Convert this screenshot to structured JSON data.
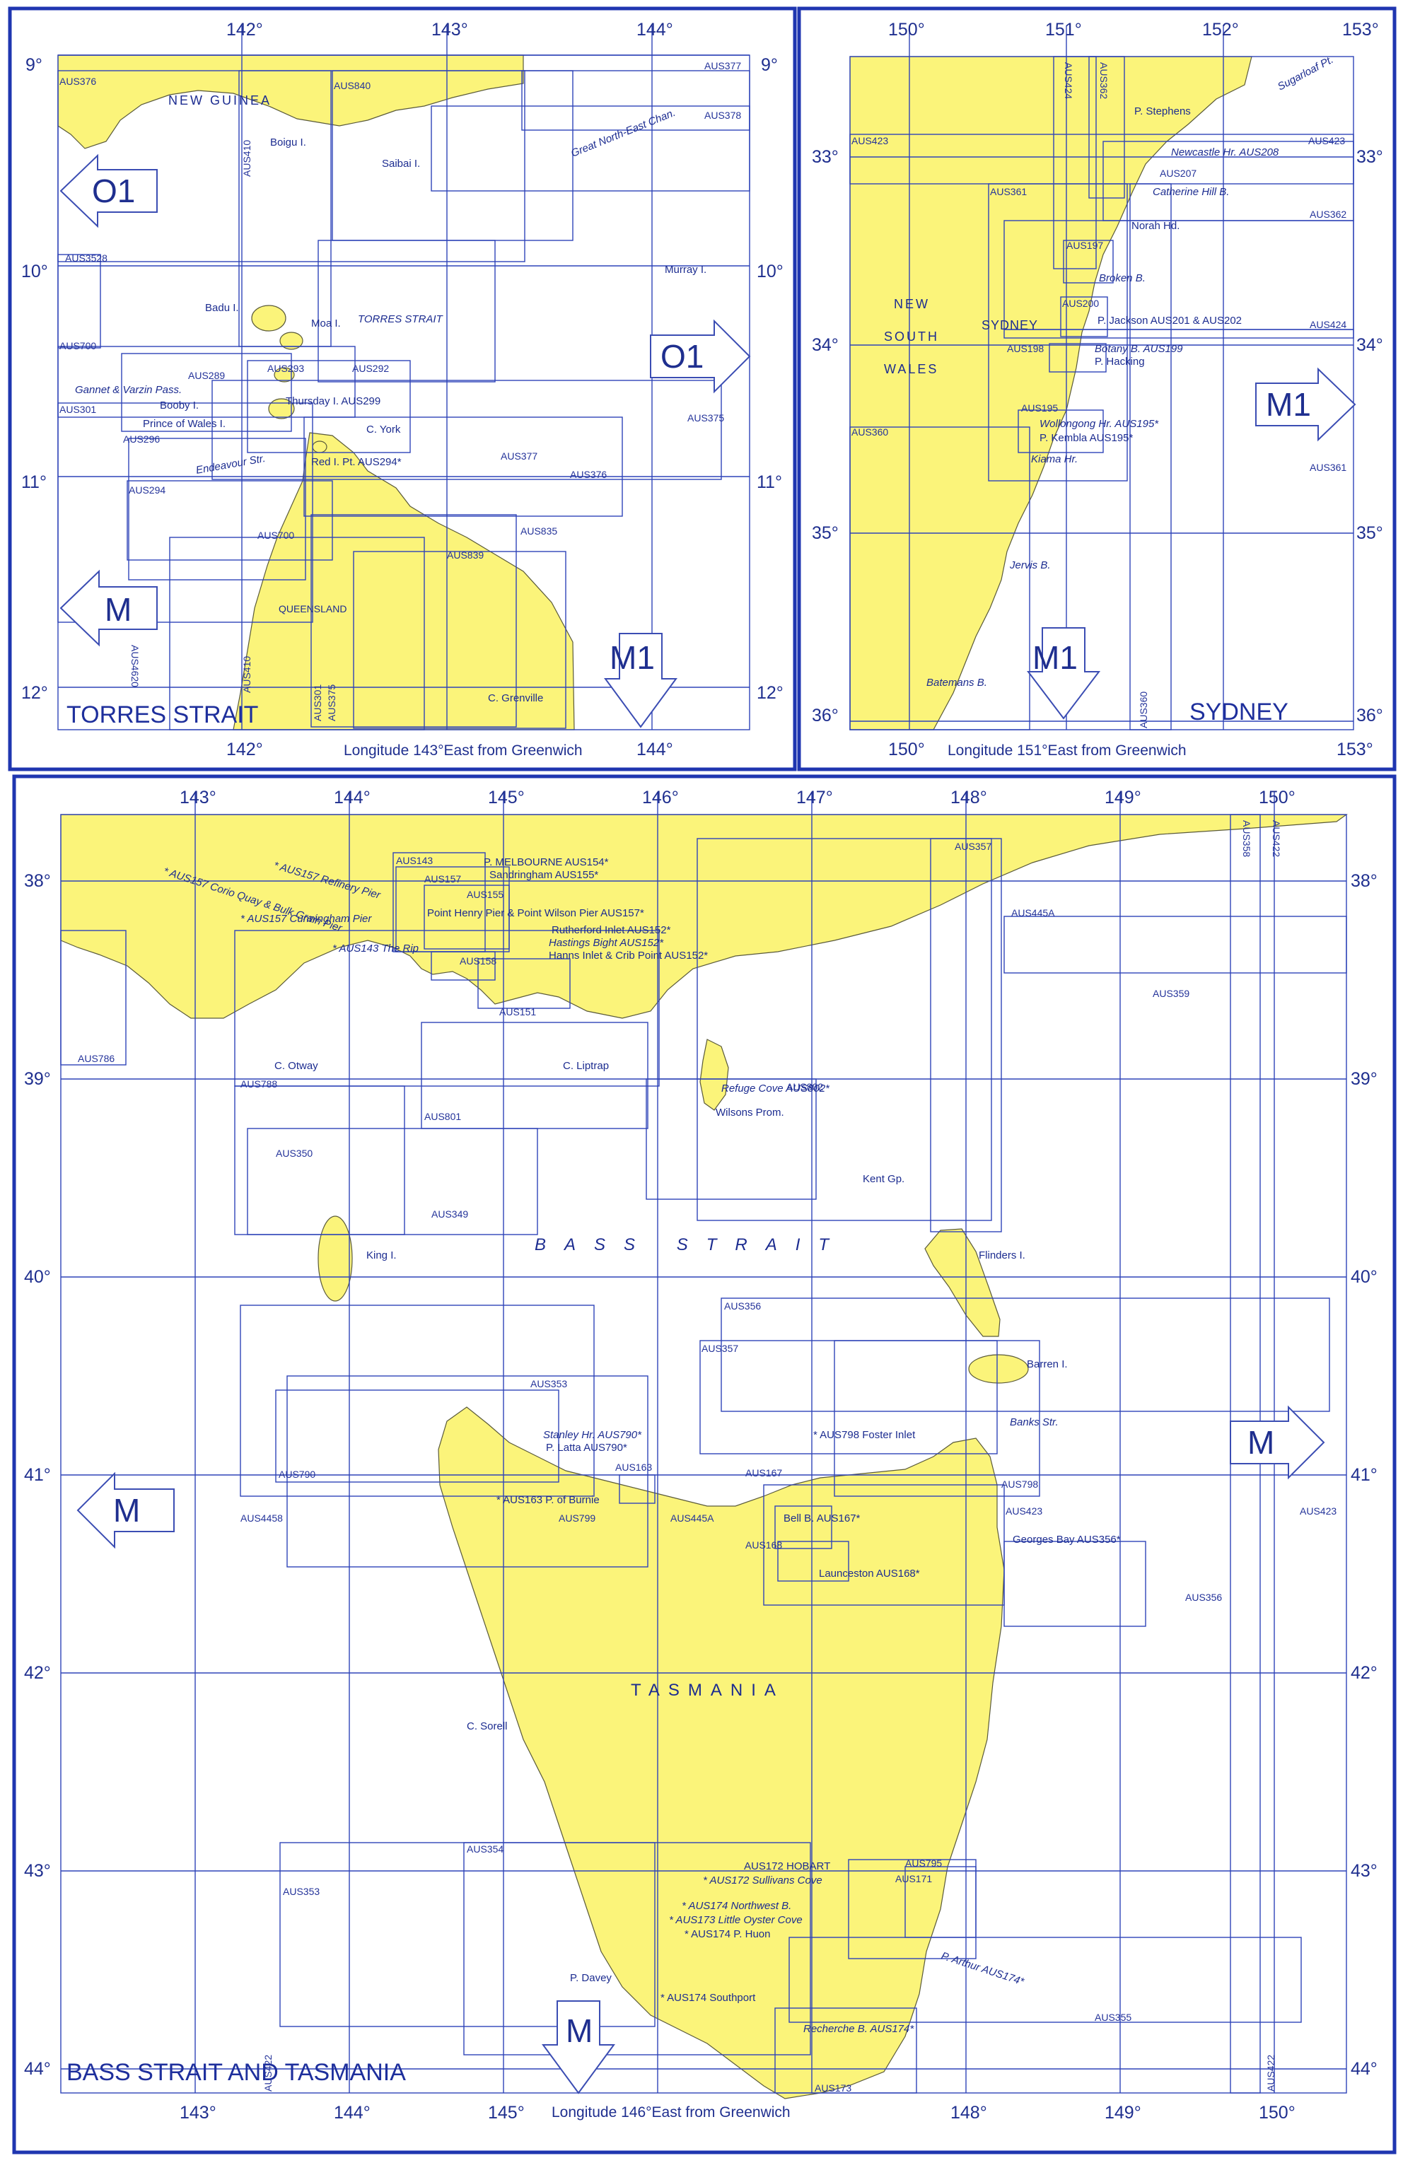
{
  "panels": {
    "torres": {
      "title": "TORRES STRAIT",
      "lon_top": [
        "142°",
        "143°",
        "144°"
      ],
      "lon_bottom": [
        "142°",
        "144°"
      ],
      "lat_left": [
        "9°",
        "10°",
        "11°",
        "12°"
      ],
      "lat_right": [
        "9°",
        "10°",
        "11°",
        "12°"
      ],
      "longitude_label": "Longitude 143°East from Greenwich",
      "arrows": {
        "left_o": "O1",
        "right_o": "O1",
        "left_m": "M",
        "down_m": "M1"
      },
      "regions": [
        "NEW GUINEA",
        "QUEENSLAND",
        "TORRES STRAIT"
      ],
      "places": [
        "Boigu I.",
        "Saibai I.",
        "Badu I.",
        "Moa I.",
        "Murray I.",
        "Gannet & Varzin Pass.",
        "Booby I.",
        "Prince of Wales I.",
        "Thursday I. AUS299",
        "C. York",
        "Red I. Pt. AUS294*",
        "Endeavour Str.",
        "C. Grenville",
        "Great North-East Chan."
      ],
      "charts": [
        "AUS376",
        "AUS840",
        "AUS377",
        "AUS378",
        "AUS410",
        "AUS3528",
        "AUS700",
        "AUS289",
        "AUS293",
        "AUS292",
        "AUS301",
        "AUS296",
        "AUS294",
        "AUS375",
        "AUS377",
        "AUS376",
        "AUS835",
        "AUS839",
        "AUS700",
        "AUS4620",
        "AUS410",
        "AUS301",
        "AUS375"
      ]
    },
    "sydney": {
      "title": "SYDNEY",
      "lon_top": [
        "150°",
        "151°",
        "152°",
        "153°"
      ],
      "lon_bottom": [
        "150°",
        "153°"
      ],
      "lat_left": [
        "33°",
        "34°",
        "35°",
        "36°"
      ],
      "lat_right": [
        "33°",
        "34°",
        "35°",
        "36°"
      ],
      "longitude_label": "Longitude 151°East from Greenwich",
      "arrows": {
        "right_m": "M1",
        "down_m": "M1"
      },
      "regions": [
        "NEW",
        "SOUTH",
        "WALES",
        "SYDNEY"
      ],
      "places": [
        "Sugarloaf Pt.",
        "P. Stephens",
        "Newcastle Hr. AUS208",
        "Catherine Hill B.",
        "Norah Hd.",
        "Broken B.",
        "P. Jackson AUS201 & AUS202",
        "Botany B. AUS199",
        "P. Hacking",
        "Wollongong Hr. AUS195*",
        "P. Kembla AUS195*",
        "Kiama Hr.",
        "Jervis B.",
        "Batemans B."
      ],
      "charts": [
        "AUS423",
        "AUS424",
        "AUS362",
        "AUS423",
        "AUS207",
        "AUS361",
        "AUS362",
        "AUS197",
        "AUS200",
        "AUS424",
        "AUS198",
        "AUS195",
        "AUS360",
        "AUS361",
        "AUS360"
      ]
    },
    "bass": {
      "title": "BASS STRAIT AND TASMANIA",
      "lon_top": [
        "143°",
        "144°",
        "145°",
        "146°",
        "147°",
        "148°",
        "149°",
        "150°"
      ],
      "lon_bottom": [
        "143°",
        "144°",
        "145°",
        "148°",
        "149°",
        "150°"
      ],
      "lat_left": [
        "38°",
        "39°",
        "40°",
        "41°",
        "42°",
        "43°",
        "44°"
      ],
      "lat_right": [
        "38°",
        "39°",
        "40°",
        "41°",
        "42°",
        "43°",
        "44°"
      ],
      "longitude_label": "Longitude 146°East from Greenwich",
      "arrows": {
        "left_m": "M",
        "right_m": "M",
        "down_m": "M"
      },
      "regions": [
        "TASMANIA",
        "BASS STRAIT"
      ],
      "places": [
        "P. MELBOURNE AUS154*",
        "Sandringham AUS155*",
        "* AUS157 Corio Quay & Bulk Grain Pier",
        "* AUS157 Refinery Pier",
        "* AUS157 Cunningham Pier",
        "Point Henry Pier & Point Wilson Pier AUS157*",
        "* AUS143 The Rip",
        "Rutherford Inlet AUS152*",
        "Hastings Bight AUS152*",
        "Hanns Inlet & Crib Point AUS152*",
        "C. Otway",
        "C. Liptrap",
        "Refuge Cove AUS802*",
        "Wilsons Prom.",
        "Kent Gp.",
        "King I.",
        "Flinders I.",
        "Barren I.",
        "Banks Str.",
        "Stanley Hr. AUS790*",
        "P. Latta AUS790*",
        "* AUS798 Foster Inlet",
        "* AUS163 P. of Burnie",
        "Bell B. AUS167*",
        "Launceston AUS168*",
        "Georges Bay AUS356*",
        "C. Sorell",
        "AUS172 HOBART",
        "* AUS172 Sullivans Cove",
        "* AUS174 Northwest B.",
        "* AUS173 Little Oyster Cove",
        "* AUS174 P. Huon",
        "P. Davey",
        "* AUS174 Southport",
        "Recherche B. AUS174*",
        "P. Arthur AUS174*"
      ],
      "charts": [
        "AUS143",
        "AUS157",
        "AUS155",
        "AUS158",
        "AUS151",
        "AUS357",
        "AUS445A",
        "AUS358",
        "AUS422",
        "AUS359",
        "AUS786",
        "AUS788",
        "AUS802",
        "AUS801",
        "AUS350",
        "AUS349",
        "AUS356",
        "AUS357",
        "AUS353",
        "AUS790",
        "AUS4458",
        "AUS799",
        "AUS163",
        "AUS445A",
        "AUS167",
        "AUS168",
        "AUS798",
        "AUS423",
        "AUS423",
        "AUS356",
        "AUS354",
        "AUS353",
        "AUS795",
        "AUS171",
        "AUS173",
        "AUS355",
        "AUS422",
        "AUS422"
      ]
    }
  }
}
